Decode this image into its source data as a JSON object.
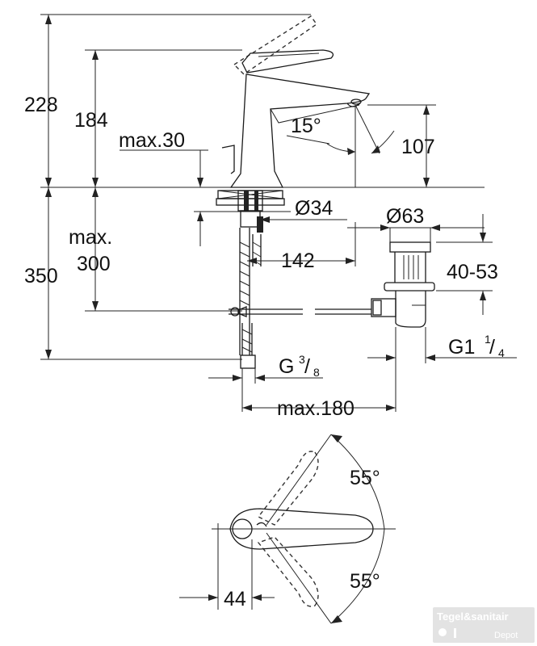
{
  "dimensions": {
    "overall_height": "228",
    "spout_height": "184",
    "deck_thickness": "max.30",
    "angle_spout": "15°",
    "outlet_height": "107",
    "hole_diameter": "Ø34",
    "waste_diameter": "Ø63",
    "below_deck_total": "350",
    "below_deck_line1": "max.",
    "below_deck_line2": "300",
    "spout_reach": "142",
    "waste_range": "40-53",
    "connection_thread": "G",
    "connection_num": "3",
    "connection_den": "8",
    "waste_thread": "G1",
    "waste_num": "1",
    "waste_den": "4",
    "max_projection": "max.180",
    "lever_angle_top": "55°",
    "lever_angle_bottom": "55°",
    "lever_offset": "44"
  },
  "watermark": {
    "brand": "Tegel&sanitair",
    "sub": "Depot"
  }
}
